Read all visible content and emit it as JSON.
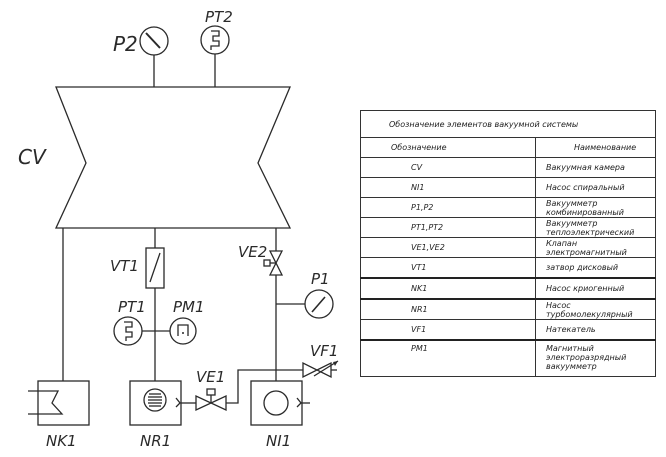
{
  "diagram": {
    "labels": {
      "cv": "CV",
      "p2": "P2",
      "pt2": "PT2",
      "vt1": "VT1",
      "pt1": "PT1",
      "pm1": "PM1",
      "ve2": "VE2",
      "p1": "P1",
      "vf1": "VF1",
      "ve1": "VE1",
      "nk1": "NK1",
      "nr1": "NR1",
      "ni1": "NI1"
    }
  },
  "legend": {
    "title": "Обозначение элементов вакуумной системы",
    "headers": {
      "code": "Обозначение",
      "name": "Наименование"
    },
    "rows": [
      {
        "code": "CV",
        "name": "Вакуумная камера"
      },
      {
        "code": "NI1",
        "name": "Насос спиральный"
      },
      {
        "code": "P1,P2",
        "name": "Вакуумметр комбинированный"
      },
      {
        "code": "PT1,PT2",
        "name": "Вакуумметр теплоэлектрический"
      },
      {
        "code": "VE1,VE2",
        "name": "Клапан электромагнитный"
      },
      {
        "code": "VT1",
        "name": "затвор дисковый"
      },
      {
        "code": "NK1",
        "name": "Насос криогенный"
      },
      {
        "code": "NR1",
        "name": "Насос турбомолекулярный"
      },
      {
        "code": "VF1",
        "name": "Натекатель"
      },
      {
        "code": "PM1",
        "name": "Магнитный электроразрядный вакуумметр"
      }
    ]
  }
}
